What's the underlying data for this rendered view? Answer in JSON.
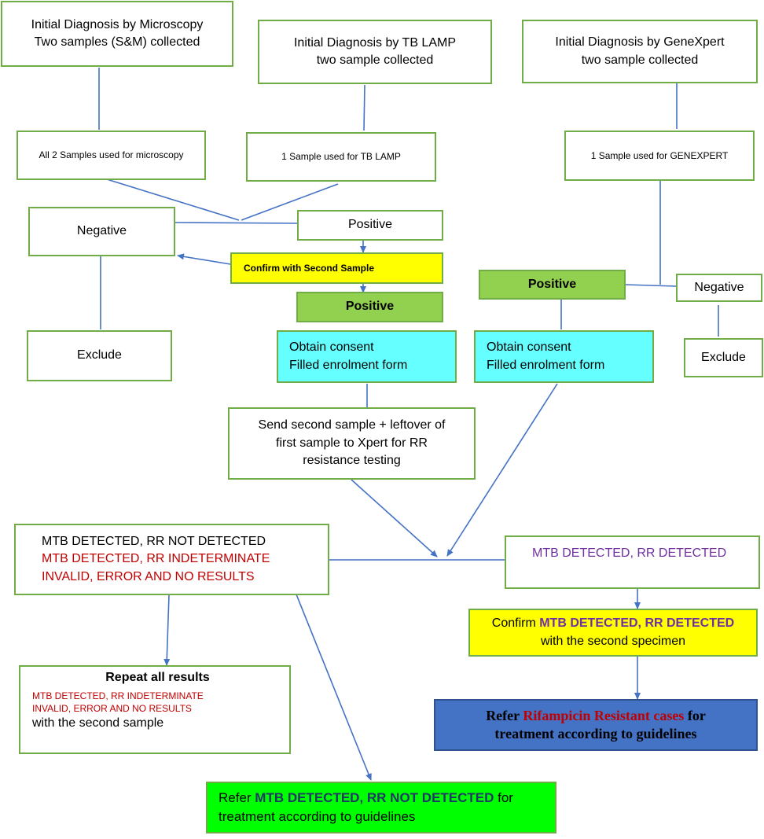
{
  "boxes": {
    "microscopy": {
      "line1": "Initial Diagnosis by Microscopy",
      "line2": "Two samples (S&M) collected"
    },
    "tblamp": {
      "line1": "Initial Diagnosis by TB LAMP",
      "line2": "two sample collected"
    },
    "genexpert": {
      "line1": "Initial Diagnosis by GeneXpert",
      "line2": "two sample collected"
    },
    "micro_samples": "All 2 Samples used for microscopy",
    "lamp_sample": "1 Sample used for TB LAMP",
    "genexpert_sample": "1 Sample used for GENEXPERT",
    "negative_left": "Negative",
    "positive_mid": "Positive",
    "confirm_second": "Confirm with Second Sample",
    "positive_mid2": "Positive",
    "exclude_left": "Exclude",
    "positive_right": "Positive",
    "negative_right": "Negative",
    "exclude_right": "Exclude",
    "consent_mid": {
      "line1": "Obtain consent",
      "line2": "Filled enrolment form"
    },
    "consent_right": {
      "line1": "Obtain consent",
      "line2": "Filled enrolment form"
    },
    "send_second": {
      "line1": "Send second sample + leftover of",
      "line2": "first sample to Xpert for RR",
      "line3": "resistance testing"
    },
    "results_left": {
      "line1": "MTB DETECTED, RR NOT DETECTED",
      "line2": "MTB DETECTED, RR INDETERMINATE",
      "line3": "INVALID, ERROR AND NO RESULTS"
    },
    "results_right": "MTB DETECTED, RR DETECTED",
    "confirm_rr": {
      "prefix": "Confirm ",
      "highlight": "MTB DETECTED, RR DETECTED",
      "line2": "with the second specimen"
    },
    "repeat": {
      "title": "Repeat all results",
      "line1": "MTB DETECTED, RR INDETERMINATE",
      "line2": "INVALID, ERROR AND NO RESULTS",
      "line3": "with the second sample"
    },
    "refer_rr": {
      "prefix": "Refer ",
      "highlight": "Rifampicin Resistant cases",
      "suffix": " for",
      "line2": "treatment according to guidelines"
    },
    "refer_mtb": {
      "prefix": "Refer ",
      "highlight": "MTB DETECTED, RR NOT DETECTED",
      "suffix": " for",
      "line2": "treatment according to guidelines"
    }
  },
  "colors": {
    "border": "#70ad47",
    "arrow": "#4472c4",
    "positive_fill": "#92d050",
    "confirm_fill": "#ffff00",
    "consent_fill": "#66ffff",
    "refer_mtb_fill": "#00ff00",
    "refer_rr_fill": "#4472c4",
    "warning_text": "#c00000",
    "rr_detected_text": "#7030a0"
  }
}
